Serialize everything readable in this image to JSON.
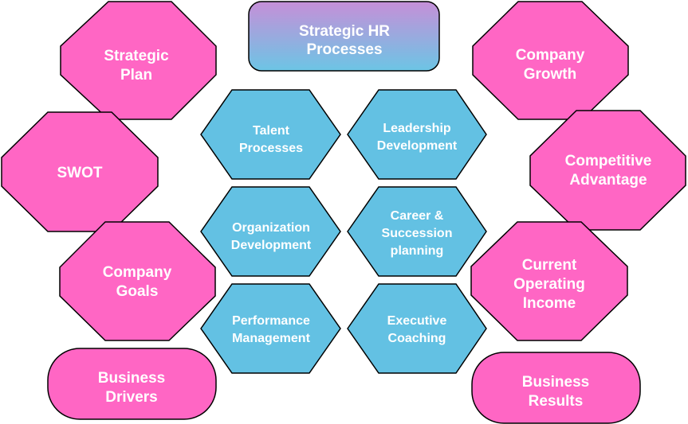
{
  "colors": {
    "pink_fill": "#FF66C4",
    "blue_fill": "#63C1E3",
    "outline": "#000000",
    "title_gradient_top": "#C68FD8",
    "title_gradient_bottom": "#6CC5E5",
    "text": "#FFFFFF"
  },
  "title": {
    "line1": "Strategic HR",
    "line2": "Processes"
  },
  "left_column": {
    "strategic_plan": {
      "line1": "Strategic",
      "line2": "Plan"
    },
    "swot": {
      "line1": "SWOT"
    },
    "company_goals": {
      "line1": "Company",
      "line2": "Goals"
    },
    "business_drivers": {
      "line1": "Business",
      "line2": "Drivers"
    }
  },
  "right_column": {
    "company_growth": {
      "line1": "Company",
      "line2": "Growth"
    },
    "competitive_advantage": {
      "line1": "Competitive",
      "line2": "Advantage"
    },
    "current_operating_income": {
      "line1": "Current",
      "line2": "Operating",
      "line3": "Income"
    },
    "business_results": {
      "line1": "Business",
      "line2": "Results"
    }
  },
  "processes": {
    "talent": {
      "line1": "Talent",
      "line2": "Processes"
    },
    "leadership": {
      "line1": "Leadership",
      "line2": "Development"
    },
    "organization": {
      "line1": "Organization",
      "line2": "Development"
    },
    "career": {
      "line1": "Career &",
      "line2": "Succession",
      "line3": "planning"
    },
    "performance": {
      "line1": "Performance",
      "line2": "Management"
    },
    "coaching": {
      "line1": "Executive",
      "line2": "Coaching"
    }
  }
}
